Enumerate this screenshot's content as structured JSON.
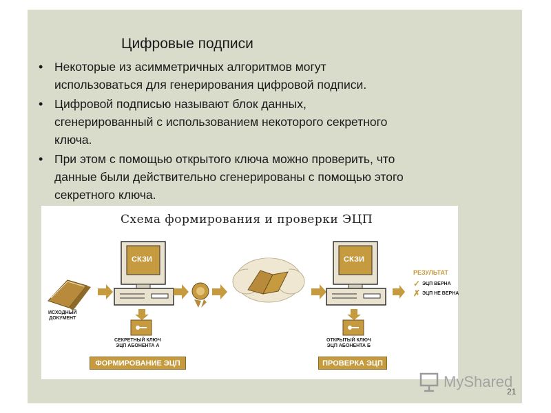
{
  "slide": {
    "title": "Цифровые подписи",
    "bullets": [
      [
        "Некоторые из асимметричных алгоритмов могут",
        "использоваться для генерирования цифровой подписи."
      ],
      [
        "Цифровой подписью называют блок данных,",
        "сгенерированный с использованием некоторого секретного",
        "ключа."
      ],
      [
        "При этом с помощью открытого ключа можно проверить, что",
        "данные были действительно сгенерированы с помощью этого",
        "секретного ключа."
      ]
    ],
    "page_number": "21"
  },
  "diagram": {
    "title": "Схема формирования и проверки ЭЦП",
    "source_doc": [
      "ИСХОДНЫЙ",
      "ДОКУМЕНТ"
    ],
    "skzi_left": "СКЗИ",
    "skzi_right": "СКЗИ",
    "secret_key": [
      "СЕКРЕТНЫЙ КЛЮЧ",
      "ЭЦП АБОНЕНТА А"
    ],
    "open_key": [
      "ОТКРЫТЫЙ КЛЮЧ",
      "ЭЦП АБОНЕНТА Б"
    ],
    "stage_form": "ФОРМИРОВАНИЕ ЭЦП",
    "stage_check": "ПРОВЕРКА ЭЦП",
    "result_title": "РЕЗУЛЬТАТ",
    "result_ok": "ЭЦП ВЕРНА",
    "result_bad": "ЭЦП НЕ ВЕРНА",
    "accent_color": "#c69a3f"
  },
  "watermark": {
    "text": "MyShared"
  }
}
